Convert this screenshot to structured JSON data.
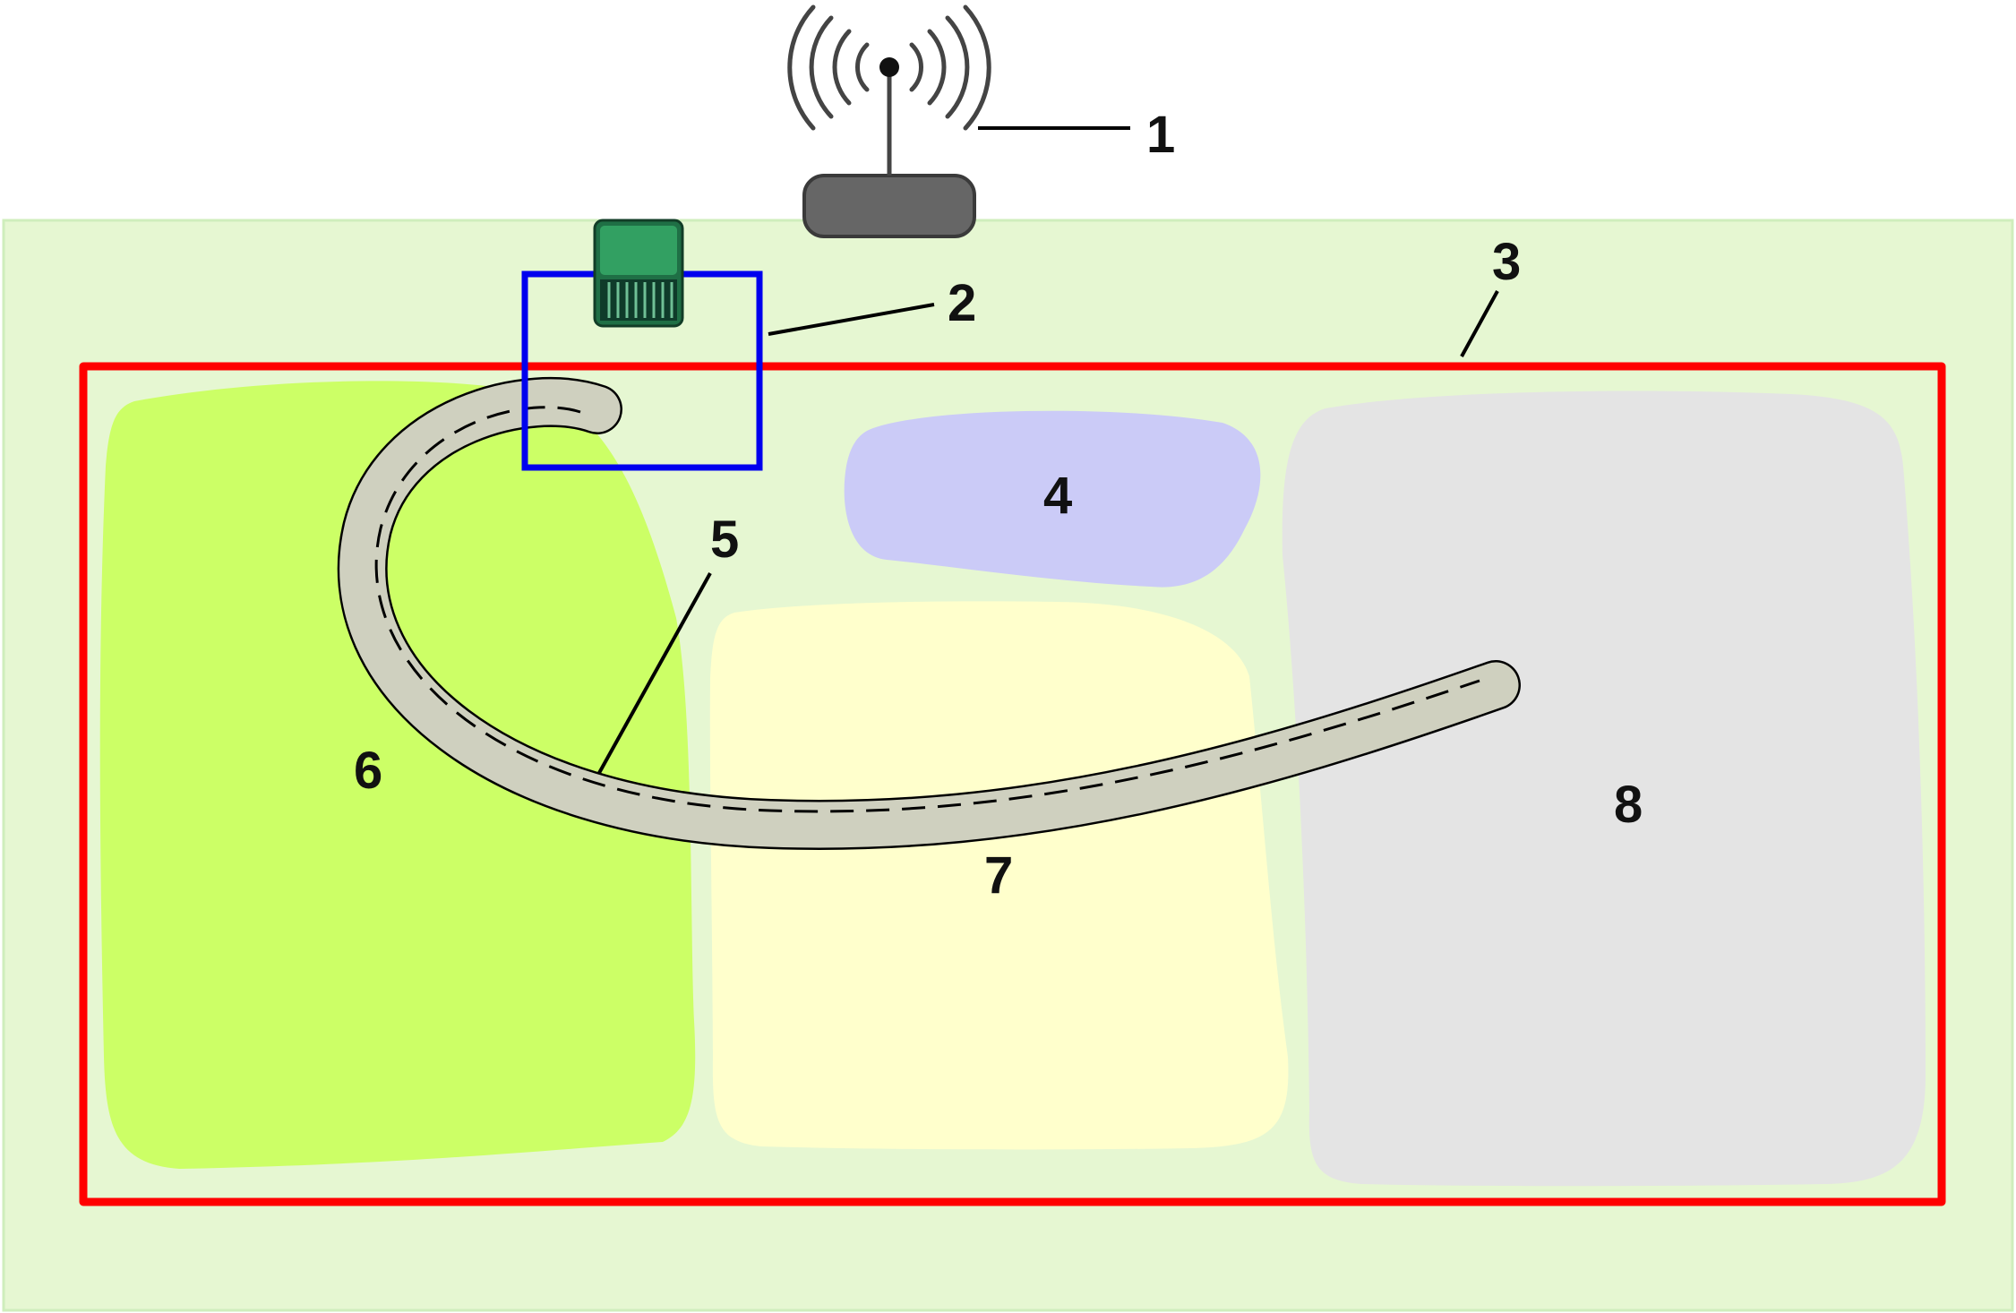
{
  "labels": {
    "antenna": "1",
    "station": "2",
    "boundary": "3",
    "area4": "4",
    "path": "5",
    "area6": "6",
    "area7": "7",
    "area8": "8"
  },
  "colors": {
    "ground": "#e6f7d2",
    "boundary_wire": "#ff0000",
    "station_box": "#0000ee",
    "area4": "#cbcbf7",
    "area6": "#ccff66",
    "area7": "#ffffcc",
    "area8": "#e4e4e4",
    "antenna_base": "#666666",
    "station_device": "#2e9c5c"
  },
  "icons": [
    "antenna-icon",
    "charging-station-icon"
  ]
}
